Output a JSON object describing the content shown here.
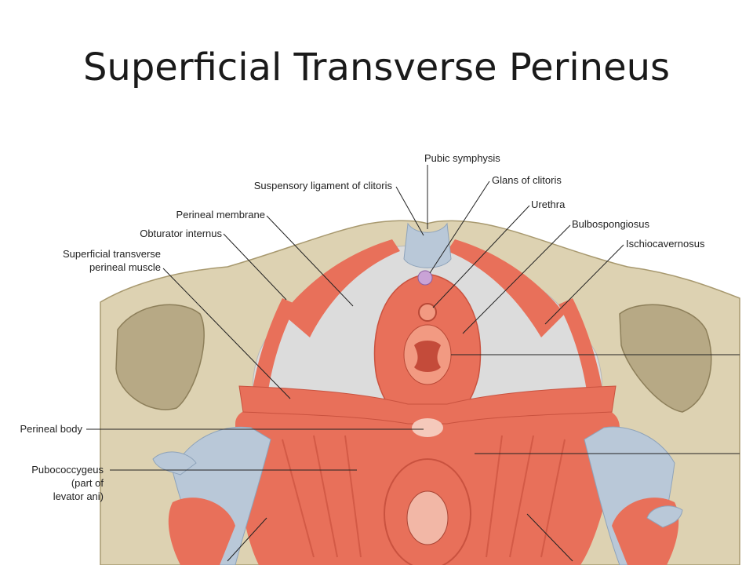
{
  "title": "Superficial Transverse Perineus",
  "labels": {
    "pubic_symphysis": "Pubic symphysis",
    "suspensory_ligament": "Suspensory ligament of clitoris",
    "glans_clitoris": "Glans of clitoris",
    "perineal_membrane": "Perineal membrane",
    "urethra": "Urethra",
    "bulbospongiosus": "Bulbospongiosus",
    "obturator_internus": "Obturator internus",
    "ischiocavernosus": "Ischiocavernosus",
    "superficial_transverse_1": "Superficial transverse",
    "superficial_transverse_2": "perineal muscle",
    "perineal_body": "Perineal body",
    "pubococcygeus_1": "Pubococcygeus",
    "pubococcygeus_2": "(part of",
    "pubococcygeus_3": "levator ani)"
  },
  "colors": {
    "bone": "#ddd2b2",
    "bone_dark": "#bfb08a",
    "muscle": "#e8705a",
    "muscle_light": "#f29a82",
    "tendon": "#b9c8d8",
    "membrane": "#dcdcdc"
  }
}
